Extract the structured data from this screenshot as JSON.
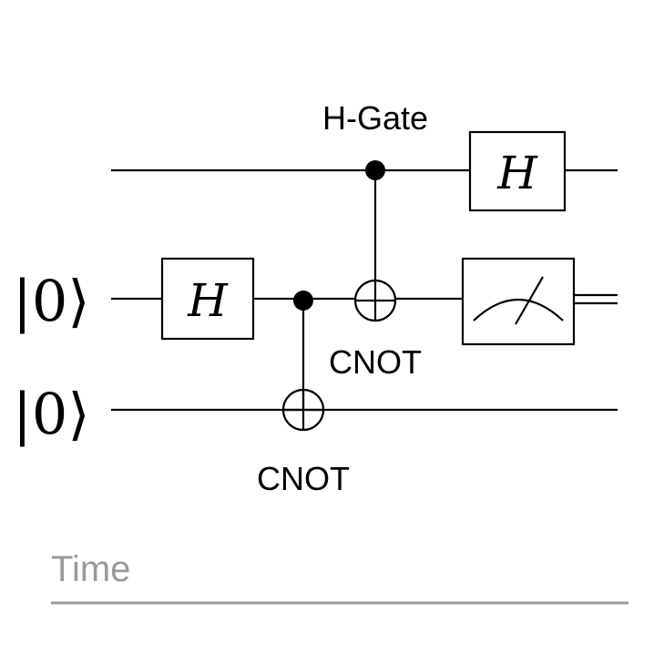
{
  "inputs": [
    {
      "state": "|0⟩"
    },
    {
      "state": "|0⟩"
    }
  ],
  "gates": {
    "h_symbol": "H",
    "measurement": "measurement-meter-icon"
  },
  "labels": {
    "h_gate": "H-Gate",
    "cnot_top": "CNOT",
    "cnot_bottom": "CNOT"
  },
  "time_axis": {
    "label": "Time"
  },
  "colors": {
    "wire": "#000000",
    "time": "#9a9a9a"
  }
}
